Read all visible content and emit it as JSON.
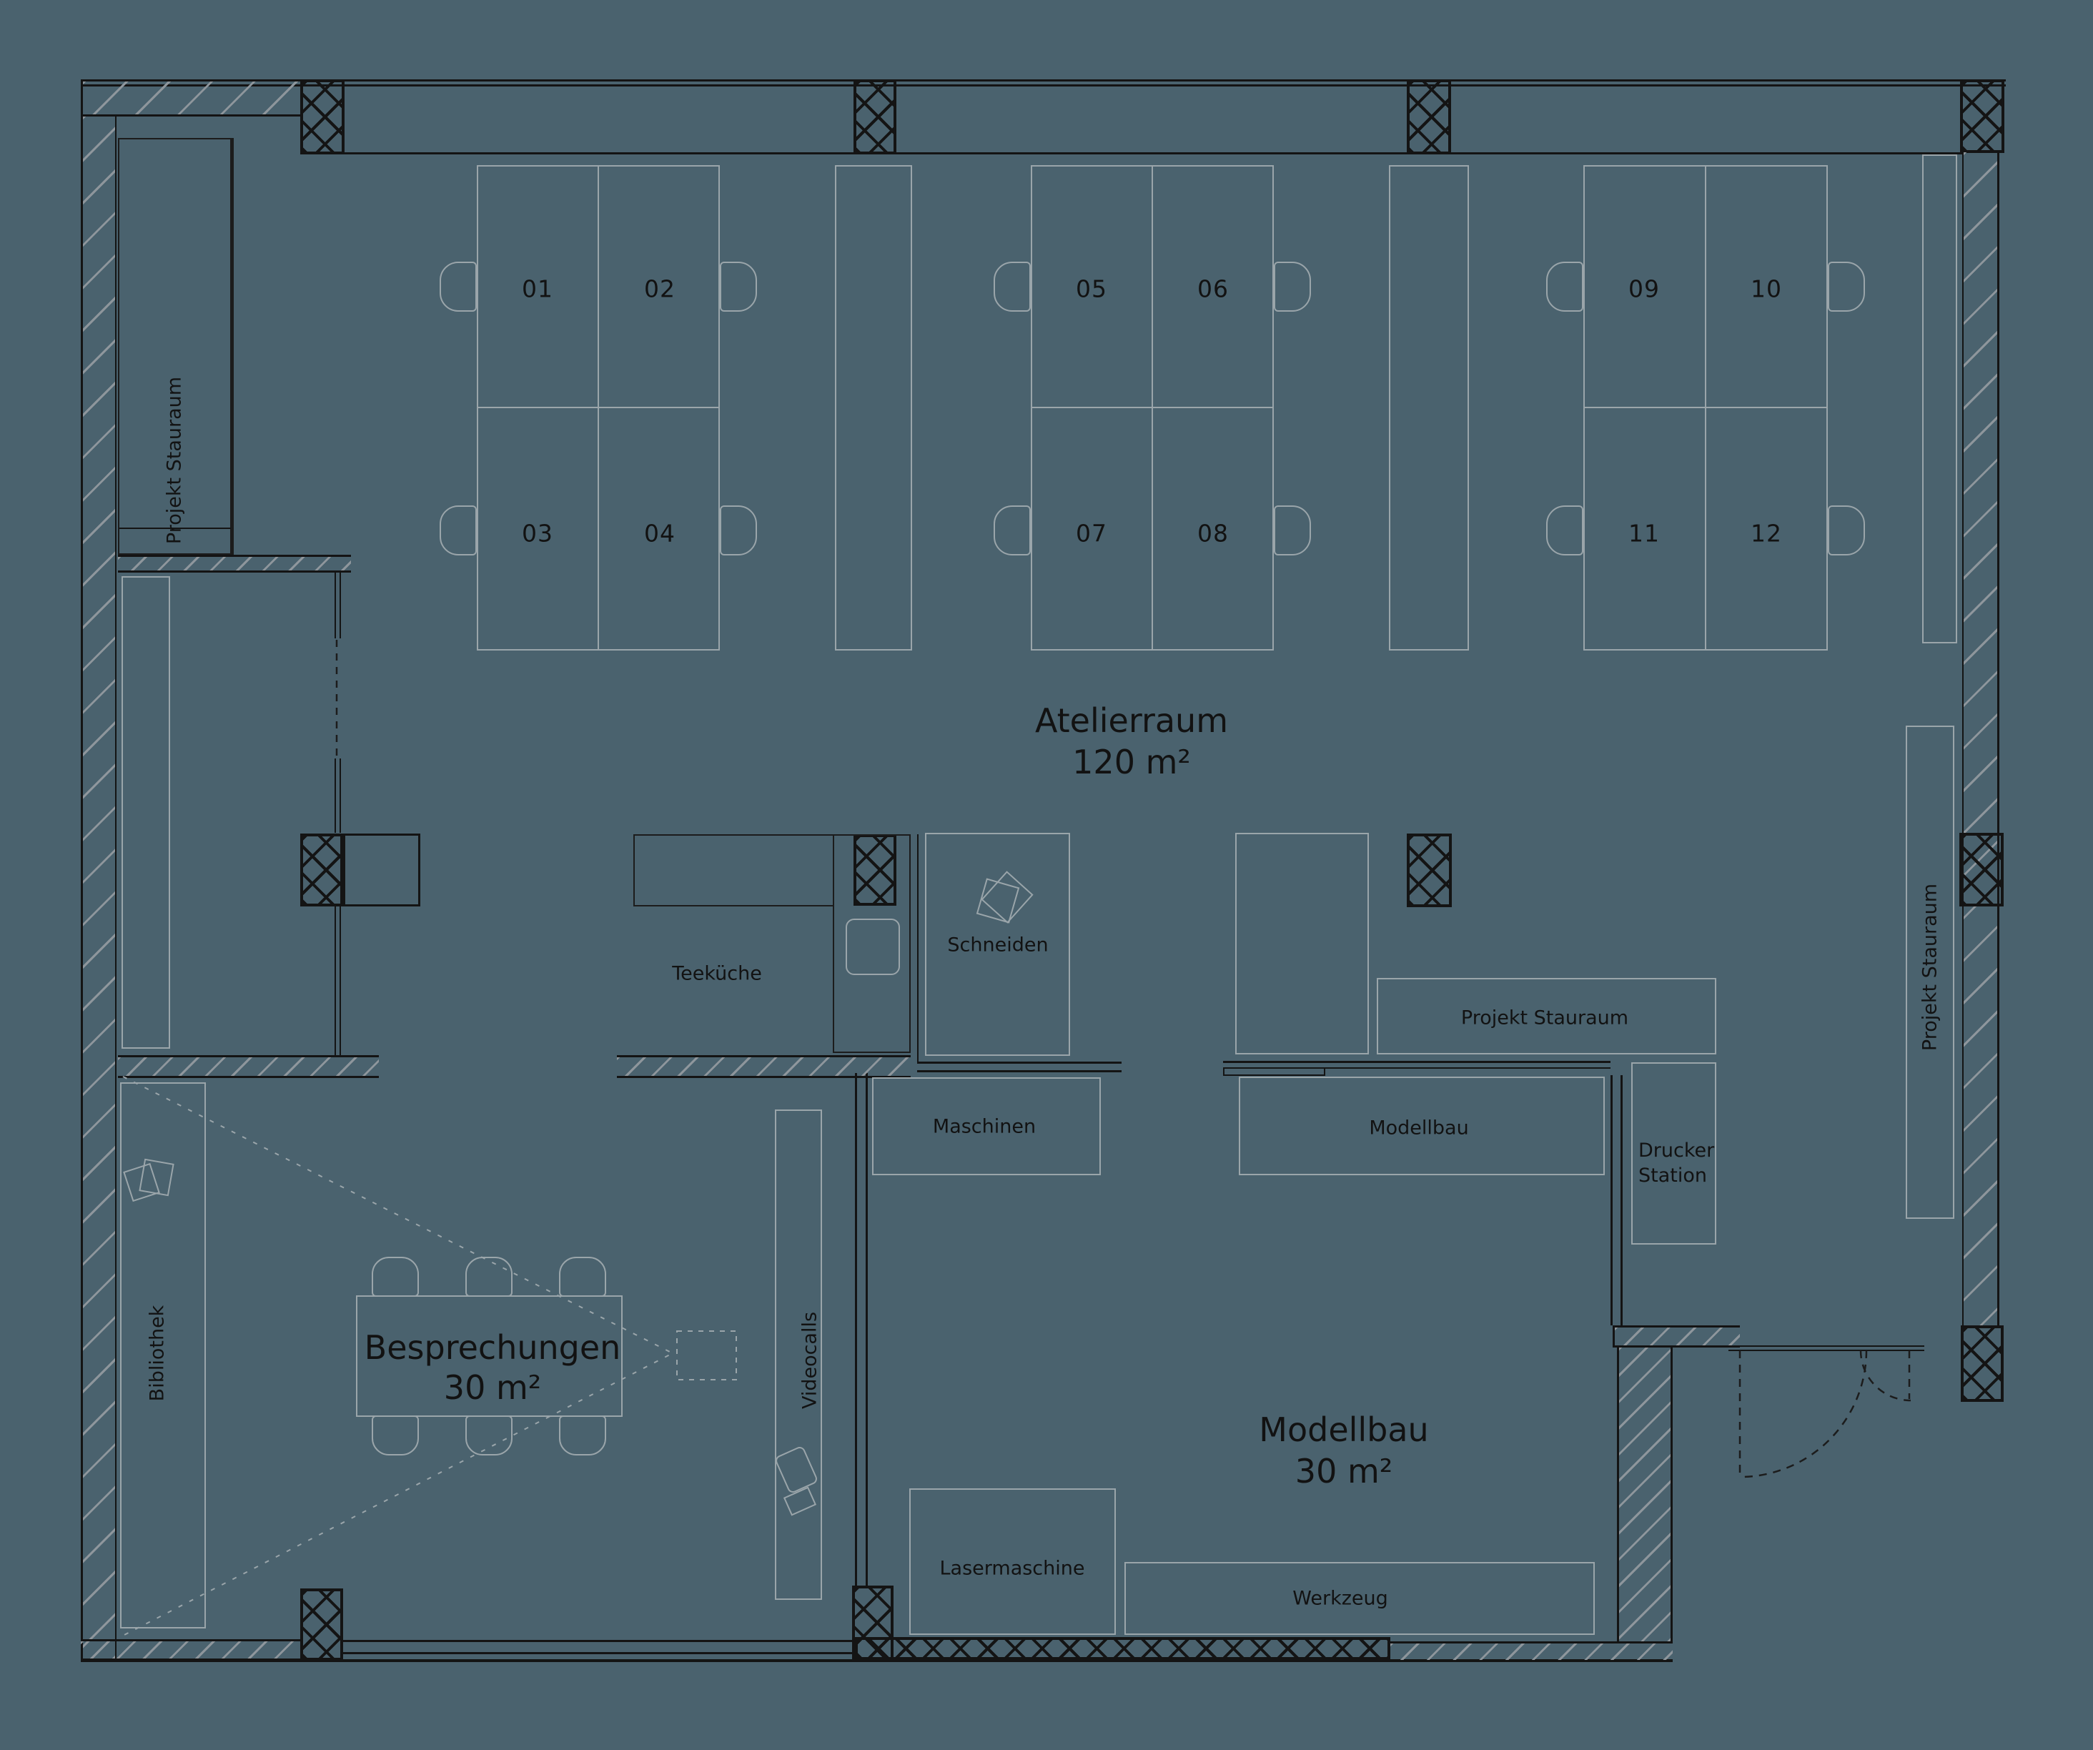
{
  "rooms": {
    "atelierraum": {
      "name": "Atelierraum",
      "area": "120 m²"
    },
    "besprechungen": {
      "name": "Besprechungen",
      "area": "30 m²"
    },
    "modellbau": {
      "name": "Modellbau",
      "area": "30 m²"
    }
  },
  "desks": {
    "numbers": [
      "01",
      "02",
      "03",
      "04",
      "05",
      "06",
      "07",
      "08",
      "09",
      "10",
      "11",
      "12"
    ]
  },
  "labels": {
    "projekt_stauraum_left": "Projekt Stauraum",
    "projekt_stauraum_center": "Projekt Stauraum",
    "projekt_stauraum_right": "Projekt Stauraum",
    "teekueche": "Teeküche",
    "schneiden": "Schneiden",
    "maschinen": "Maschinen",
    "modellbau_bench": "Modellbau",
    "drucker_station": "Drucker Station",
    "bibliothek": "Bibliothek",
    "videocalls": "Videocalls",
    "lasermaschine": "Lasermaschine",
    "werkzeug": "Werkzeug"
  },
  "colors": {
    "background": "#4a626e",
    "wall_line": "#141414",
    "hatch_line": "#8e969c",
    "furniture_line": "#9aa5aa",
    "text": "#121212"
  }
}
